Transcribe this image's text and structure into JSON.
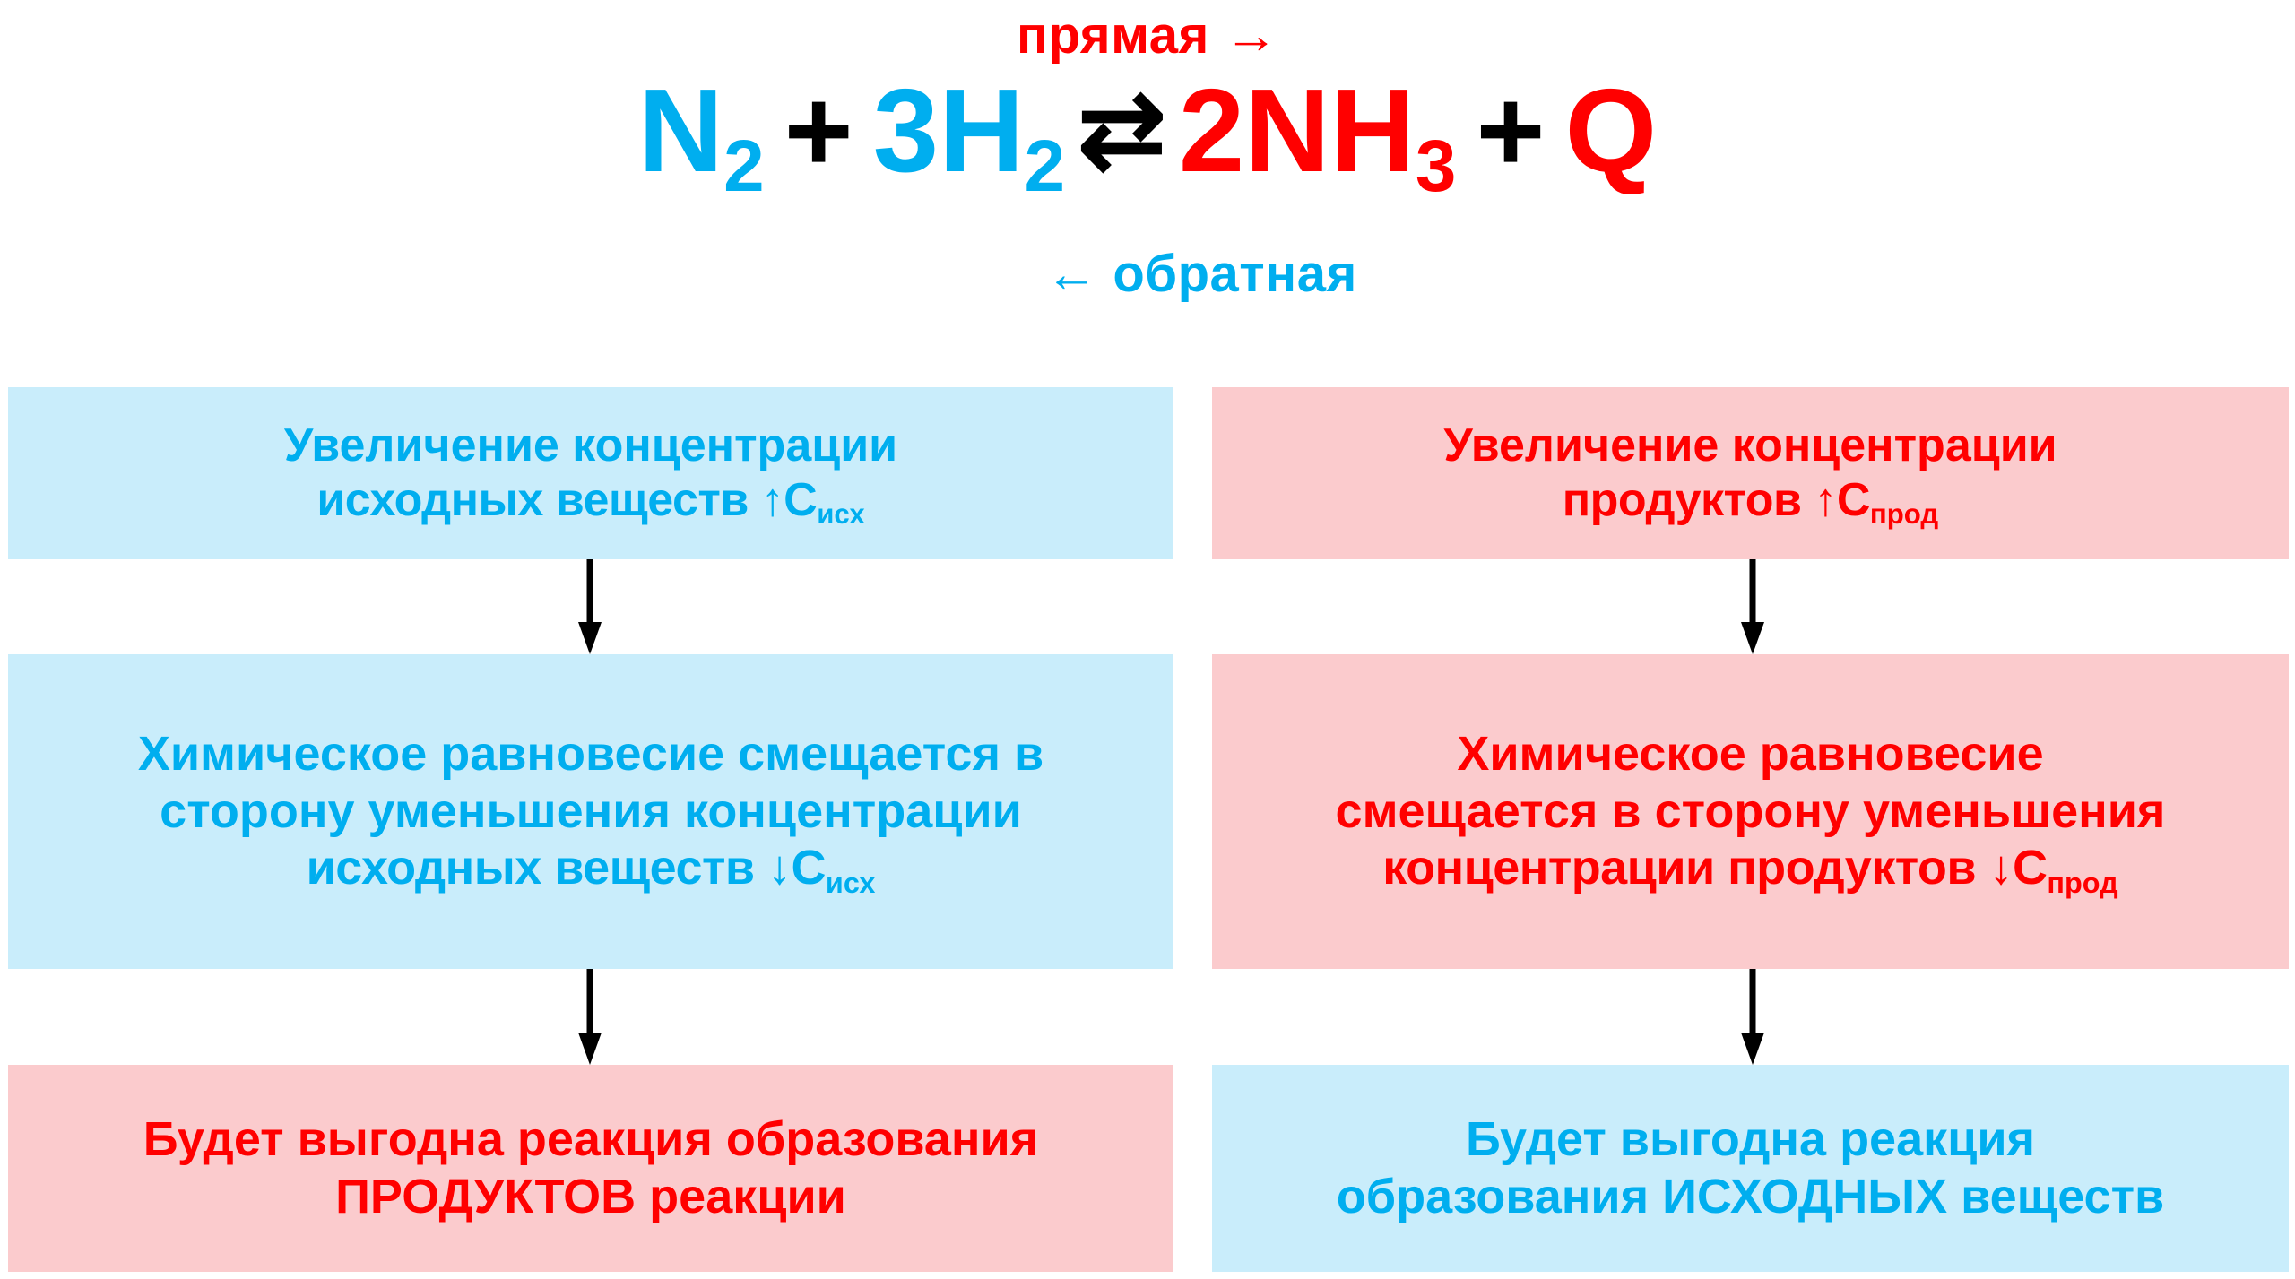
{
  "header": {
    "forward_label": "прямая",
    "forward_arrow": "→",
    "reverse_arrow": "←",
    "reverse_label": "обратная",
    "equation": {
      "reactant_1": "N",
      "reactant_1_sub": "2",
      "plus_1": "+",
      "reactant_2": "3H",
      "reactant_2_sub": "2",
      "equilibrium_sign": "⇄",
      "product_1": "2NH",
      "product_1_sub": "3",
      "plus_2": "+",
      "product_2": "Q",
      "full_text": "N2 + 3H2 ⇄ 2NH3 + Q"
    }
  },
  "colors": {
    "reactant_blue": "#00AEEF",
    "product_red": "#FF0000",
    "box_blue_bg": "#C9EDFB",
    "box_pink_bg": "#FBCBCD",
    "arrow_black": "#000000"
  },
  "columns": [
    {
      "id": "left-column",
      "boxes": [
        {
          "id": "left-box-1",
          "theme": "blue",
          "line_1": "Увеличение концентрации",
          "line_2_pre": "исходных веществ ↑C",
          "line_2_sub": "исх"
        },
        {
          "id": "left-box-2",
          "theme": "blue",
          "line_1": "Химическое равновесие смещается в",
          "line_2": "сторону уменьшения концентрации",
          "line_3_pre": "исходных веществ ↓C",
          "line_3_sub": "исх"
        },
        {
          "id": "left-box-3",
          "theme": "pink",
          "line_1": "Будет выгодна реакция образования",
          "line_2": "ПРОДУКТОВ реакции"
        }
      ],
      "arrows": [
        {
          "id": "left-arrow-1",
          "direction": "down"
        },
        {
          "id": "left-arrow-2",
          "direction": "down"
        }
      ]
    },
    {
      "id": "right-column",
      "boxes": [
        {
          "id": "right-box-1",
          "theme": "pink",
          "line_1": "Увеличение концентрации",
          "line_2_pre": "продуктов ↑C",
          "line_2_sub": "прод"
        },
        {
          "id": "right-box-2",
          "theme": "pink",
          "line_1": "Химическое равновесие",
          "line_2": "смещается в сторону уменьшения",
          "line_3_pre": "концентрации продуктов ↓C",
          "line_3_sub": "прод"
        },
        {
          "id": "right-box-3",
          "theme": "blue",
          "line_1": "Будет выгодна реакция",
          "line_2": "образования ИСХОДНЫХ веществ"
        }
      ],
      "arrows": [
        {
          "id": "right-arrow-1",
          "direction": "down"
        },
        {
          "id": "right-arrow-2",
          "direction": "down"
        }
      ]
    }
  ]
}
